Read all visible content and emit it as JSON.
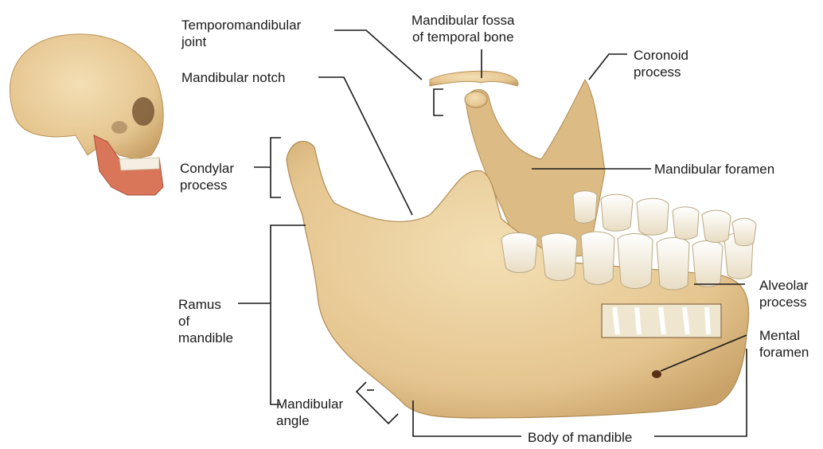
{
  "labels": {
    "tmj": [
      "Temporomandibular",
      "joint"
    ],
    "fossa": [
      "Mandibular fossa",
      "of temporal bone"
    ],
    "coronoid": [
      "Coronoid",
      "process"
    ],
    "notch": [
      "Mandibular notch"
    ],
    "condylar": [
      "Condylar",
      "process"
    ],
    "foramen": [
      "Mandibular foramen"
    ],
    "ramus": [
      "Ramus",
      "of",
      "mandible"
    ],
    "alveolar": [
      "Alveolar",
      "process"
    ],
    "mental": [
      "Mental",
      "foramen"
    ],
    "angle": [
      "Mandibular",
      "angle"
    ],
    "body": [
      "Body of mandible"
    ]
  },
  "colors": {
    "bone": "#e9cf9e",
    "bone_shadow": "#c9a56c",
    "tooth": "#f4efe2",
    "gum_muscle": "#d9765a",
    "line": "#1a1a1a"
  }
}
